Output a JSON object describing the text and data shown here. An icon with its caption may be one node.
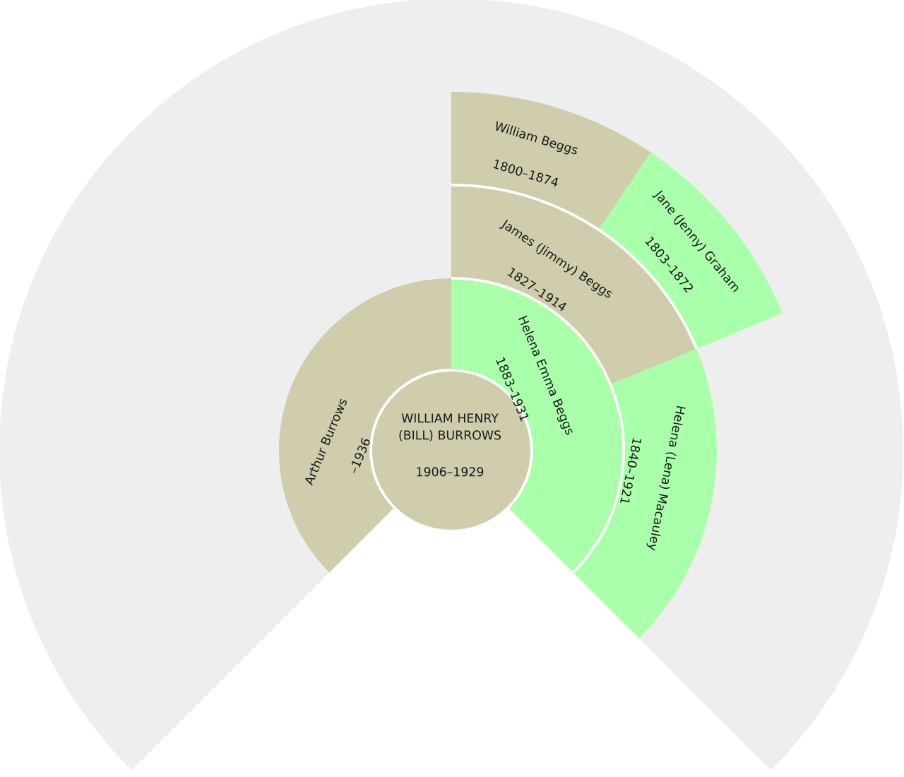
{
  "diagram": {
    "nodes": [
      {
        "text": [
          "WILLIAM HENRY (BILL) BURROWS",
          "1906–1929"
        ]
      },
      {
        "text": [
          "Arthur Burrows",
          "–1936"
        ]
      },
      {
        "text": [
          "Helena Emma Beggs",
          "1883–1931"
        ]
      },
      {
        "text": [
          "James (Jimmy) Beggs",
          "1827–1914"
        ]
      },
      {
        "text": [
          "Helena (Lena) Macauley",
          "1840–1921"
        ]
      },
      {
        "text": [
          "William Beggs",
          "1800–1874"
        ]
      },
      {
        "text": [
          "Jane (Jenny) Graham",
          "1803–1872"
        ]
      }
    ]
  }
}
